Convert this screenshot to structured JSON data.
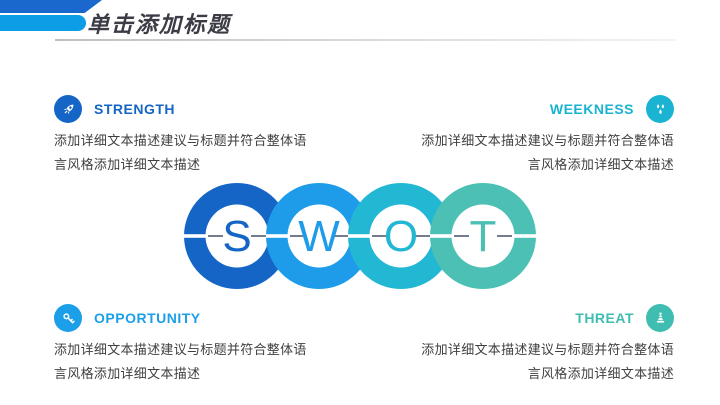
{
  "slide": {
    "title": "单击添加标题",
    "title_color": "#3c3c46",
    "accent_bar_primary": "#1a67cd",
    "accent_bar_secondary": "#0d9de6",
    "divider_color": "#c0c0c0"
  },
  "sections": [
    {
      "label": "STRENGTH",
      "color": "#1565c6",
      "icon": "rocket-icon",
      "lines": [
        "添加详细文本描述建议与标题并符合整体语",
        "言风格添加详细文本描述"
      ]
    },
    {
      "label": "WEEKNESS",
      "color": "#1ab4d2",
      "icon": "water-drops-icon",
      "lines": [
        "添加详细文本描述建议与标题并符合整体语",
        "言风格添加详细文本描述"
      ]
    },
    {
      "label": "OPPORTUNITY",
      "color": "#1b9fe8",
      "icon": "key-icon",
      "lines": [
        "添加详细文本描述建议与标题并符合整体语",
        "言风格添加详细文本描述"
      ]
    },
    {
      "label": "THREAT",
      "color": "#3fbdb0",
      "icon": "cone-icon",
      "lines": [
        "添加详细文本描述建议与标题并符合整体语",
        "言风格添加详细文本描述"
      ]
    }
  ],
  "swot_graphic": {
    "letters": [
      "S",
      "W",
      "O",
      "T"
    ],
    "ring_colors": [
      "#1565c6",
      "#1e9ce9",
      "#22b7d3",
      "#4cc0b4"
    ],
    "connector_color": "#44546a",
    "stripe_color": "#ffffff"
  }
}
